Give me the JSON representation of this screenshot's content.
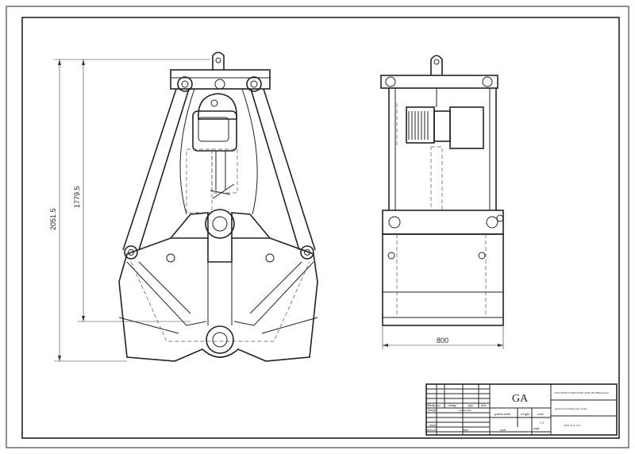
{
  "dimensions": {
    "overall_height": "2051.5",
    "opening_height": "1779.5",
    "width": "800"
  },
  "title_block": {
    "drawing_code": "GA",
    "company": "XXX HEAVY INDUSTRY AND TECHNOLOGY",
    "product": "electrical hoisting grab loader",
    "drawing_number": "XXX-X.X-1:10",
    "labels": {
      "mark": "Mark",
      "quantity": "Quantity",
      "change": "change",
      "sign": "sign",
      "date": "date",
      "design": "design",
      "standardize": "standardize",
      "check": "check",
      "process": "process",
      "date2": "date",
      "pattern_mark": "pattern mark",
      "weight": "weight",
      "scale": "scale",
      "total": "total",
      "page": "page"
    },
    "scale_value": "1:1"
  }
}
